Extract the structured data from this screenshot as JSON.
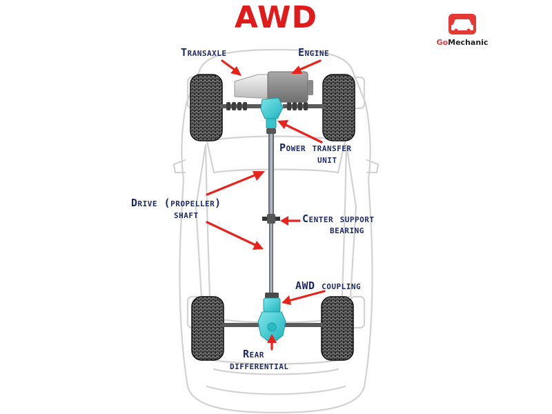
{
  "title": "AWD",
  "brand": {
    "name_prefix": "Go",
    "name_suffix": "Mechanic",
    "logo_icon": "car-icon"
  },
  "labels": {
    "transaxle": "Transaxle",
    "engine": "Engine",
    "power_transfer_1": "Power transfer",
    "power_transfer_2": "unit",
    "drive_shaft_1": "Drive (propeller)",
    "drive_shaft_2": "shaft",
    "center_support_1": "Center support",
    "center_support_2": "bearing",
    "awd_coupling": "AWD coupling",
    "rear_diff_1": "Rear",
    "rear_diff_2": "differential"
  },
  "colors": {
    "title": "#e01b1b",
    "label": "#1e2a66",
    "arrow": "#e8231c",
    "component_cyan": "#36cdd6",
    "tire": "#2a2a2a",
    "car_outline": "#d2d2d2",
    "brand_red": "#e53935"
  }
}
